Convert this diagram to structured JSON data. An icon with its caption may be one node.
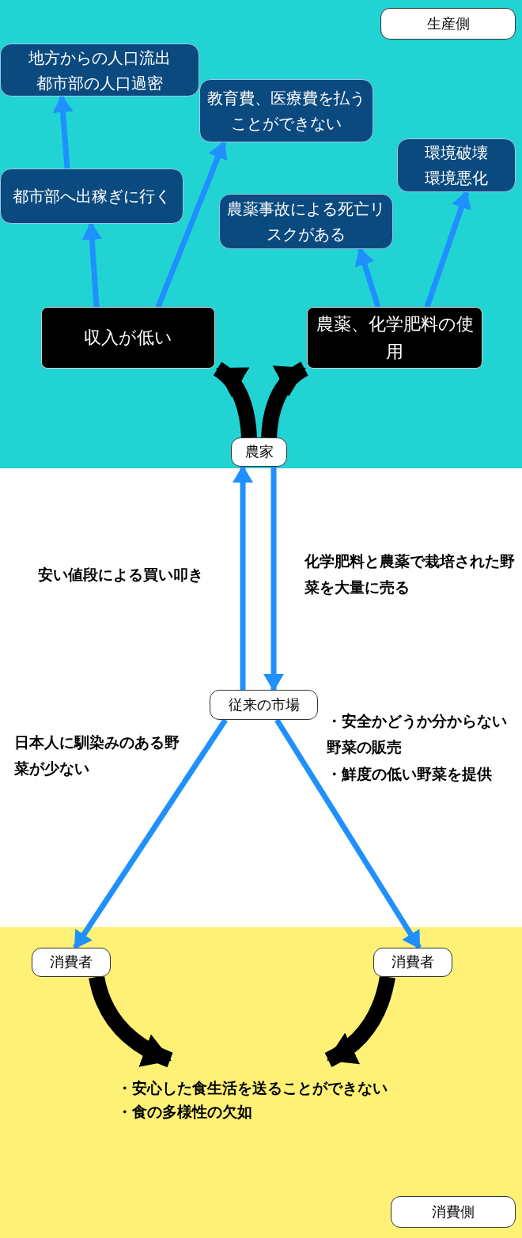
{
  "diagram": {
    "nodes": [
      {
        "text": [
          "生産側"
        ]
      },
      {
        "text": [
          "地方からの人口流出",
          "都市部の人口過密"
        ]
      },
      {
        "text": [
          "教育費、医療費を払うことができない"
        ]
      },
      {
        "text": [
          "環境破壊",
          "環境悪化"
        ]
      },
      {
        "text": [
          "都市部へ出稼ぎに行く"
        ]
      },
      {
        "text": [
          "農薬事故による死亡リスクがある"
        ]
      },
      {
        "text": [
          "収入が低い"
        ]
      },
      {
        "text": [
          "農薬、化学肥料の使用"
        ]
      },
      {
        "text": [
          "農家"
        ]
      },
      {
        "text": [
          "従来の市場"
        ]
      },
      {
        "text": [
          "消費者"
        ]
      },
      {
        "text": [
          "消費者"
        ]
      },
      {
        "text": [
          "消費側"
        ]
      },
      {
        "text": [
          "・安心した食生活を送ることができない",
          "・食の多様性の欠如"
        ]
      }
    ],
    "edges": [
      {
        "from": 6,
        "to": 4,
        "arrow": "to"
      },
      {
        "from": 4,
        "to": 1,
        "arrow": "to"
      },
      {
        "from": 6,
        "to": 2,
        "arrow": "to"
      },
      {
        "from": 7,
        "to": 5,
        "arrow": "to"
      },
      {
        "from": 7,
        "to": 3,
        "arrow": "to"
      },
      {
        "from": 8,
        "to": 6,
        "arrow": "to",
        "style": "thick",
        "color": "#000000"
      },
      {
        "from": 8,
        "to": 7,
        "arrow": "to",
        "style": "thick",
        "color": "#000000"
      },
      {
        "from": 9,
        "to": 8,
        "arrow": "to",
        "label": "安い値段による買い叩き"
      },
      {
        "from": 8,
        "to": 9,
        "arrow": "to",
        "label": "化学肥料と農薬で栽培された野菜を大量に売る"
      },
      {
        "from": 9,
        "to": 10,
        "arrow": "to",
        "label": "日本人に馴染みのある野菜が少ない"
      },
      {
        "from": 9,
        "to": 11,
        "arrow": "to"
      },
      {
        "from": 10,
        "to": 13,
        "arrow": "to",
        "style": "thick",
        "color": "#000000"
      },
      {
        "from": 11,
        "to": 13,
        "arrow": "to",
        "style": "thick",
        "color": "#000000"
      }
    ],
    "labels": [
      "・安全かどうか分からない野菜の販売",
      "・鮮度の低い野菜を提供"
    ]
  }
}
